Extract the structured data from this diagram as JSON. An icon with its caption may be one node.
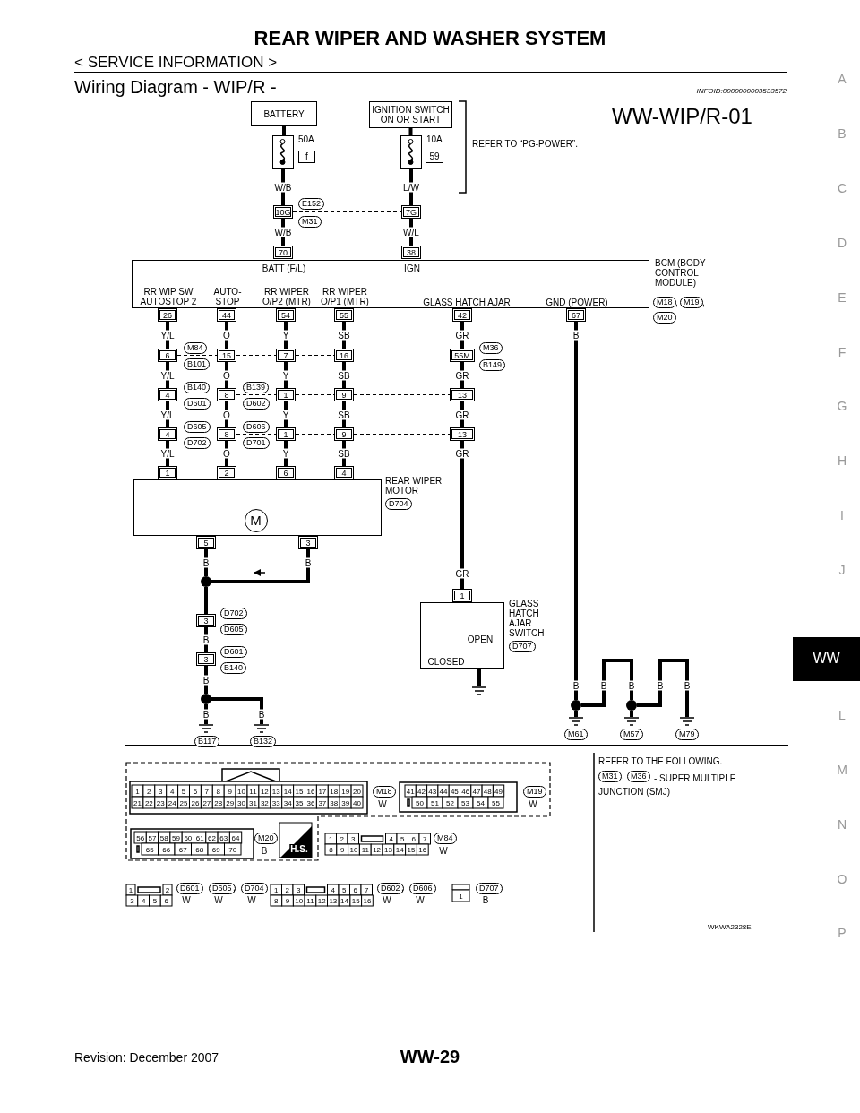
{
  "diagram": {
    "title": "REAR WIPER AND WASHER SYSTEM",
    "nodes": [
      {
        "text": [
          "BATTERY"
        ]
      },
      {
        "text": [
          "IGNITION SWITCH ON OR START"
        ]
      },
      {
        "text": [],
        "shape": "fuse",
        "beside": [
          "50A"
        ]
      },
      {
        "text": [],
        "shape": "fuse",
        "beside": [
          "10A"
        ]
      },
      {
        "text": [
          "10G"
        ],
        "beside": [
          "E152",
          "M31"
        ]
      },
      {
        "text": [
          "7G"
        ]
      },
      {
        "text": [
          "BATT (F/L)",
          "IGN",
          "RR WIP SW AUTOSTOP 2",
          "AUTO-STOP",
          "RR WIPER O/P2 (MTR)",
          "RR WIPER O/P1 (MTR)",
          "GLASS HATCH AJAR",
          "GND (POWER)"
        ],
        "beside": [
          "BCM (BODY CONTROL MODULE)",
          "M18",
          ",",
          "M19",
          ",",
          "M20"
        ]
      },
      {
        "text": [
          "70"
        ]
      },
      {
        "text": [
          "38"
        ]
      },
      {
        "text": [
          "26"
        ]
      },
      {
        "text": [
          "44"
        ]
      },
      {
        "text": [
          "54"
        ]
      },
      {
        "text": [
          "55"
        ]
      },
      {
        "text": [
          "42"
        ]
      },
      {
        "text": [
          "67"
        ]
      },
      {
        "text": [
          "6"
        ],
        "beside": [
          "M84",
          "B101"
        ]
      },
      {
        "text": [
          "15"
        ]
      },
      {
        "text": [
          "7"
        ]
      },
      {
        "text": [
          "16"
        ]
      },
      {
        "text": [
          "55M"
        ],
        "beside": [
          "M36",
          "B149"
        ]
      },
      {
        "text": [
          "4"
        ],
        "beside": [
          "B140",
          "D601"
        ]
      },
      {
        "text": [
          "8"
        ],
        "beside": [
          "B139",
          "D602"
        ]
      },
      {
        "text": [
          "1"
        ]
      },
      {
        "text": [
          "9"
        ]
      },
      {
        "text": [
          "13"
        ]
      },
      {
        "text": [
          "4"
        ],
        "beside": [
          "D605",
          "D702"
        ]
      },
      {
        "text": [
          "8"
        ],
        "beside": [
          "D606",
          "D701"
        ]
      },
      {
        "text": [
          "1"
        ]
      },
      {
        "text": [
          "9"
        ]
      },
      {
        "text": [
          "13"
        ]
      },
      {
        "text": [],
        "shape": "box",
        "beside": [
          "REAR WIPER MOTOR",
          "D704"
        ]
      },
      {
        "text": [
          "M"
        ],
        "in": 30
      },
      {
        "text": [
          "1"
        ]
      },
      {
        "text": [
          "2"
        ]
      },
      {
        "text": [
          "6"
        ]
      },
      {
        "text": [
          "4"
        ]
      },
      {
        "text": [
          "5"
        ]
      },
      {
        "text": [
          "3"
        ]
      },
      {
        "text": [],
        "shape": "circle"
      },
      {
        "text": [
          "3"
        ],
        "beside": [
          "D702",
          "D605"
        ]
      },
      {
        "text": [
          "3"
        ],
        "beside": [
          "D601",
          "B140"
        ]
      },
      {
        "text": [],
        "shape": "circle"
      },
      {
        "text": [],
        "shape": "ground",
        "beside": [
          "B117"
        ]
      },
      {
        "text": [],
        "shape": "ground",
        "beside": [
          "B132"
        ]
      },
      {
        "text": [
          "OPEN",
          "CLOSED"
        ],
        "beside": [
          "GLASS HATCH AJAR SWITCH",
          "D707"
        ]
      },
      {
        "text": [
          "1"
        ]
      },
      {
        "text": [],
        "shape": "ground"
      },
      {
        "text": [],
        "shape": "circle"
      },
      {
        "text": [],
        "shape": "ground",
        "beside": [
          "M61"
        ]
      },
      {
        "text": [],
        "shape": "circle"
      },
      {
        "text": [],
        "shape": "ground",
        "beside": [
          "M57"
        ]
      },
      {
        "text": [],
        "shape": "ground",
        "beside": [
          "M79"
        ]
      },
      {
        "text": [
          "f"
        ]
      },
      {
        "text": [
          "59"
        ]
      }
    ],
    "edges": [
      {
        "from": 0,
        "to": 2,
        "arrow": "none"
      },
      {
        "from": 1,
        "to": 3,
        "arrow": "none"
      },
      {
        "from": 2,
        "to": 4,
        "arrow": "none",
        "label": "W/B"
      },
      {
        "from": 3,
        "to": 5,
        "arrow": "none",
        "label": "L/W"
      },
      {
        "from": 4,
        "to": 5,
        "arrow": "none",
        "style": "dashed"
      },
      {
        "from": 4,
        "to": 7,
        "arrow": "none",
        "label": "W/B"
      },
      {
        "from": 5,
        "to": 8,
        "arrow": "none",
        "label": "W/L"
      },
      {
        "from": 9,
        "to": 15,
        "arrow": "none",
        "label": "Y/L"
      },
      {
        "from": 10,
        "to": 16,
        "arrow": "none",
        "label": "O"
      },
      {
        "from": 11,
        "to": 17,
        "arrow": "none",
        "label": "Y"
      },
      {
        "from": 12,
        "to": 18,
        "arrow": "none",
        "label": "SB"
      },
      {
        "from": 13,
        "to": 19,
        "arrow": "none",
        "label": "GR"
      },
      {
        "from": 15,
        "to": 16,
        "arrow": "none",
        "style": "dashed"
      },
      {
        "from": 16,
        "to": 17,
        "arrow": "none",
        "style": "dashed"
      },
      {
        "from": 17,
        "to": 18,
        "arrow": "none",
        "style": "dashed"
      },
      {
        "from": 15,
        "to": 20,
        "arrow": "none",
        "label": "Y/L"
      },
      {
        "from": 16,
        "to": 21,
        "arrow": "none",
        "label": "O"
      },
      {
        "from": 17,
        "to": 22,
        "arrow": "none",
        "label": "Y"
      },
      {
        "from": 18,
        "to": 23,
        "arrow": "none",
        "label": "SB"
      },
      {
        "from": 19,
        "to": 24,
        "arrow": "none",
        "label": "GR"
      },
      {
        "from": 21,
        "to": 22,
        "arrow": "none",
        "style": "dashed"
      },
      {
        "from": 22,
        "to": 23,
        "arrow": "none",
        "style": "dashed"
      },
      {
        "from": 23,
        "to": 24,
        "arrow": "none",
        "style": "dashed"
      },
      {
        "from": 20,
        "to": 25,
        "arrow": "none",
        "label": "Y/L"
      },
      {
        "from": 21,
        "to": 26,
        "arrow": "none",
        "label": "O"
      },
      {
        "from": 22,
        "to": 27,
        "arrow": "none",
        "label": "Y"
      },
      {
        "from": 23,
        "to": 28,
        "arrow": "none",
        "label": "SB"
      },
      {
        "from": 24,
        "to": 29,
        "arrow": "none",
        "label": "GR"
      },
      {
        "from": 26,
        "to": 27,
        "arrow": "none",
        "style": "dashed"
      },
      {
        "from": 27,
        "to": 28,
        "arrow": "none",
        "style": "dashed"
      },
      {
        "from": 28,
        "to": 29,
        "arrow": "none",
        "style": "dashed"
      },
      {
        "from": 25,
        "to": 32,
        "arrow": "none",
        "label": "Y/L"
      },
      {
        "from": 26,
        "to": 33,
        "arrow": "none",
        "label": "O"
      },
      {
        "from": 27,
        "to": 34,
        "arrow": "none",
        "label": "Y"
      },
      {
        "from": 28,
        "to": 35,
        "arrow": "none",
        "label": "SB"
      },
      {
        "from": 29,
        "to": 45,
        "arrow": "none",
        "label": "GR"
      },
      {
        "from": 14,
        "to": 47,
        "arrow": "none",
        "label": "B"
      },
      {
        "from": 36,
        "to": 38,
        "arrow": "none",
        "label": "B"
      },
      {
        "from": 37,
        "to": 38,
        "arrow": "none",
        "label": "B"
      },
      {
        "from": 38,
        "to": 39,
        "arrow": "none"
      },
      {
        "from": 39,
        "to": 40,
        "arrow": "none",
        "label": "B"
      },
      {
        "from": 40,
        "to": 41,
        "arrow": "none",
        "label": "B"
      },
      {
        "from": 41,
        "to": 42,
        "arrow": "none",
        "label": "B"
      },
      {
        "from": 41,
        "to": 43,
        "arrow": "none",
        "label": "B"
      },
      {
        "from": 44,
        "to": 46,
        "arrow": "none"
      },
      {
        "from": 47,
        "to": 48,
        "arrow": "none"
      },
      {
        "from": 47,
        "to": 49,
        "arrow": "none",
        "label": "B"
      },
      {
        "from": 49,
        "to": 50,
        "arrow": "none"
      },
      {
        "from": 49,
        "to": 51,
        "arrow": "none",
        "label": "B"
      }
    ],
    "labels": [
      "< SERVICE INFORMATION >",
      "Wiring Diagram - WIP/R -",
      "INFOID:0000000003533572",
      "WW-WIP/R-01",
      "REFER TO “PG-POWER”.",
      "GR",
      "B",
      "B",
      "B",
      "REFER TO THE FOLLOWING.",
      "M31",
      ",",
      "M36",
      "- SUPER MULTIPLE JUNCTION (SMJ)",
      "1",
      "2",
      "3",
      "4",
      "5",
      "6",
      "7",
      "8",
      "9",
      "10",
      "11",
      "12",
      "13",
      "14",
      "15",
      "16",
      "17",
      "18",
      "19",
      "20",
      "21",
      "22",
      "23",
      "24",
      "25",
      "26",
      "27",
      "28",
      "29",
      "30",
      "31",
      "32",
      "33",
      "34",
      "35",
      "36",
      "37",
      "38",
      "39",
      "40",
      "M18",
      "W",
      "41",
      "42",
      "43",
      "44",
      "45",
      "46",
      "47",
      "48",
      "49",
      "50",
      "51",
      "52",
      "53",
      "54",
      "55",
      "M19",
      "W",
      "56",
      "57",
      "58",
      "59",
      "60",
      "61",
      "62",
      "63",
      "64",
      "65",
      "66",
      "67",
      "68",
      "69",
      "70",
      "M20",
      "B",
      "H.S.",
      "1",
      "2",
      "3",
      "4",
      "5",
      "6",
      "7",
      "8",
      "9",
      "10",
      "11",
      "12",
      "13",
      "14",
      "15",
      "16",
      "M84",
      "W",
      "1",
      "2",
      "3",
      "4",
      "5",
      "6",
      "D601",
      ",",
      "D605",
      ",",
      "D704",
      "W",
      "W",
      "W",
      "1",
      "2",
      "3",
      "4",
      "5",
      "6",
      "7",
      "8",
      "9",
      "10",
      "11",
      "12",
      "13",
      "14",
      "15",
      "16",
      "D602",
      ",",
      "D606",
      "W",
      "W",
      "1",
      "D707",
      "B",
      "WKWA2328E",
      "A",
      "B",
      "C",
      "D",
      "E",
      "F",
      "G",
      "H",
      "I",
      "J",
      "WW",
      "L",
      "M",
      "N",
      "O",
      "P",
      "Revision: December 2007",
      "WW-29"
    ]
  }
}
